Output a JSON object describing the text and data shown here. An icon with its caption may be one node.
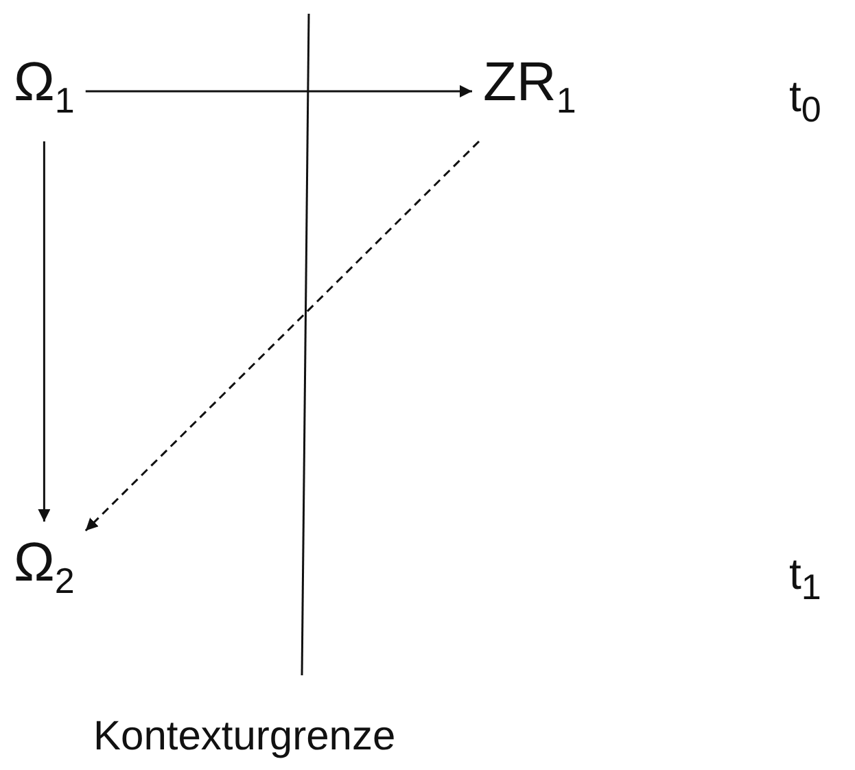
{
  "diagram": {
    "nodes": [
      {
        "text": [
          "Ω$_{1}$"
        ]
      },
      {
        "text": [
          "ZR$_{1}$"
        ]
      },
      {
        "text": [
          "Ω$_{2}$"
        ]
      }
    ],
    "edges": [
      {
        "from": 0,
        "to": 1,
        "arrow": "to"
      },
      {
        "from": 0,
        "to": 2,
        "arrow": "to"
      },
      {
        "from": 1,
        "to": 2,
        "arrow": "to",
        "style": "dashed"
      }
    ],
    "labels": [
      "t$_{0}$",
      "t$_{1}$",
      "Kontexturgrenze"
    ]
  }
}
